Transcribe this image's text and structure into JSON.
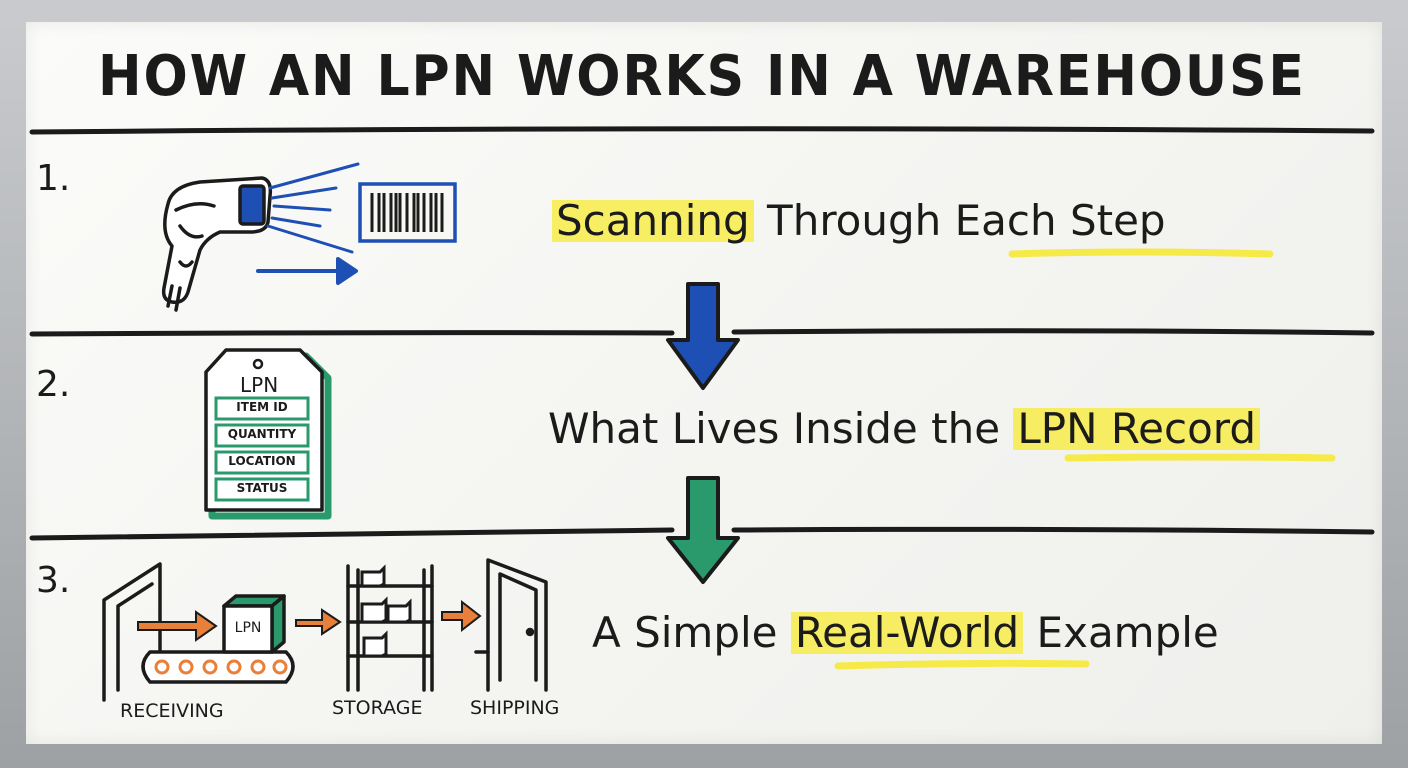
{
  "title": "HOW AN LPN WORKS IN A WAREHOUSE",
  "steps": [
    {
      "number": "1.",
      "heading_parts": [
        "Scanning",
        " Through ",
        "Each",
        " Step"
      ]
    },
    {
      "number": "2.",
      "heading_parts": [
        "What Lives Inside the ",
        "LPN Record"
      ]
    },
    {
      "number": "3.",
      "heading_parts": [
        "A Simple ",
        "Real-World",
        " Example"
      ]
    }
  ],
  "lpn_tag": {
    "label": "LPN",
    "fields": [
      "ITEM ID",
      "QUANTITY",
      "LOCATION",
      "STATUS"
    ]
  },
  "flow": {
    "box_label": "LPN",
    "stages": [
      "RECEIVING",
      "STORAGE",
      "SHIPPING"
    ]
  },
  "colors": {
    "marker_blue": "#1e4fb4",
    "marker_green": "#2a9a6c",
    "marker_orange": "#e8803a",
    "highlight_yellow": "#f6ea48",
    "ink": "#1b1b1b"
  }
}
